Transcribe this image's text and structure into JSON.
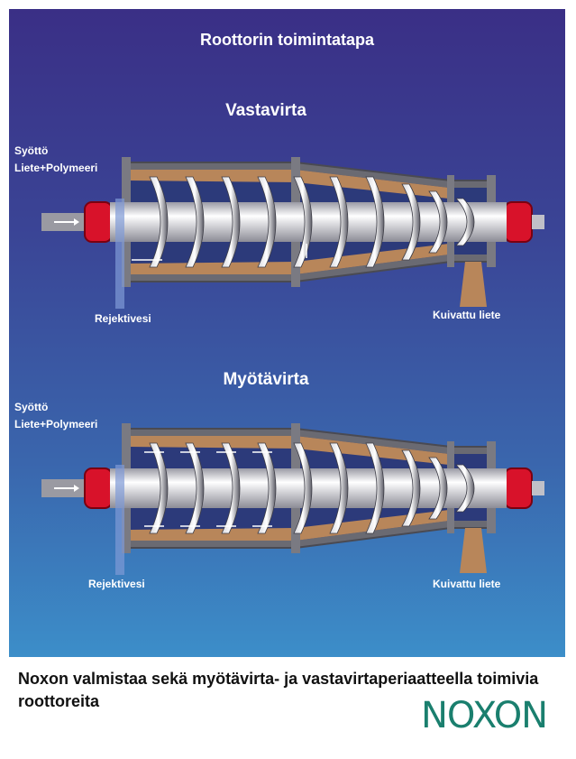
{
  "panel": {
    "title": "Roottorin toimintatapa"
  },
  "diagrams": [
    {
      "heading": "Vastavirta",
      "feed_label_1": "Syöttö",
      "feed_label_2": "Liete+Polymeeri",
      "reject_label": "Rejektivesi",
      "dry_label": "Kuivattu liete",
      "flow": "counter-current"
    },
    {
      "heading": "Myötävirta",
      "feed_label_1": "Syöttö",
      "feed_label_2": "Liete+Polymeeri",
      "reject_label": "Rejektivesi",
      "dry_label": "Kuivattu liete",
      "flow": "co-current"
    }
  ],
  "caption": "Noxon valmistaa sekä myötävirta- ja vastavirtaperiaatteella toimivia roottoreita",
  "logo": {
    "text": "NOXON",
    "color": "#1a7f6e"
  },
  "colors": {
    "bearing": "#d8122a",
    "sludge": "#b8865a",
    "shaft": "#e6e6ea"
  }
}
